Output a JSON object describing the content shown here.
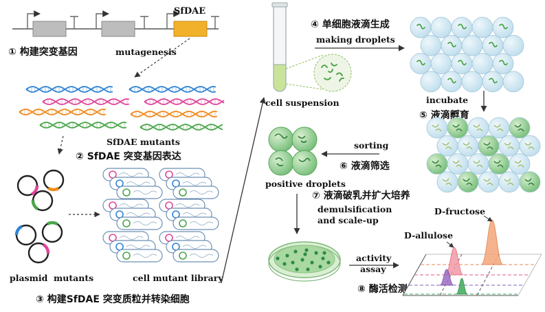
{
  "steps": {
    "s1": "① 构建突变基因",
    "s2": "② SfDAE 突变基因表达",
    "s3": "③ 构建SfDAE 突变质粒并转染细胞",
    "s4": "④ 单细胞液滴生成",
    "s5": "⑤ 液滴孵育",
    "s6": "⑥ 液滴筛选",
    "s7": "⑦ 液滴破乳并扩大培养",
    "s8": "⑧ 酶活检测"
  },
  "labels": {
    "gene": "SfDAE",
    "mutagenesis": "mutagenesis",
    "sfdae_mutants": "SfDAE mutants",
    "plasmid_mutants": "plasmid  mutants",
    "cell_mutant_library": "cell mutant library",
    "cell_suspension": "cell suspension",
    "making_droplets": "making droplets",
    "incubate": "incubate",
    "sorting": "sorting",
    "positive_droplets": "positive droplets",
    "demulsification": "demulsification",
    "scale_up": "and scale-up",
    "activity": "activity",
    "assay": "assay",
    "d_fructose": "D-fructose",
    "d_allulose": "D-allulose"
  },
  "colors": {
    "gene_highlight": "#f2b12a",
    "gene_box": "#bdbdbd",
    "tube_liquid": "#c9e39a",
    "droplet": "#cfe6f2",
    "droplet_positive": "#8cc98c",
    "dish": "#a9d9a0",
    "peak_orange": "#f4a67a",
    "peak_pink": "#f39aa6",
    "peak_purple": "#9a6dc4",
    "peak_green": "#3faa5a",
    "dna_blue": "#2f84d4",
    "dna_pink": "#e0459a",
    "dna_orange": "#f08a1c",
    "dna_green": "#4aa54a"
  }
}
